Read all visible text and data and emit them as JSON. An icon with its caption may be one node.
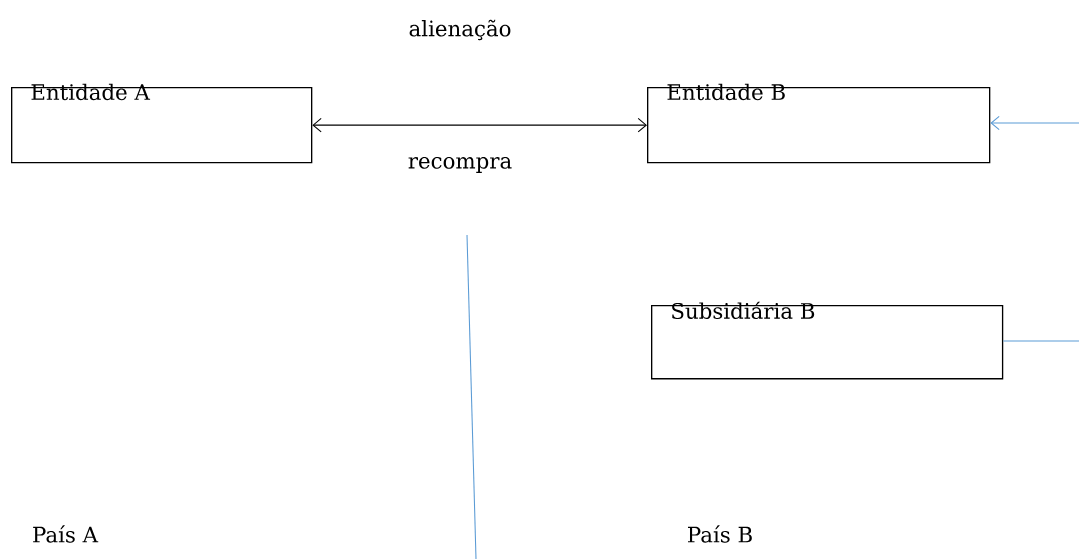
{
  "diagram": {
    "nodes": [
      {
        "text": [
          "Entidade A"
        ]
      },
      {
        "text": [
          "Entidade B"
        ]
      },
      {
        "text": [
          "Subsidiária B"
        ]
      }
    ],
    "edges": [
      {
        "from": 0,
        "to": 1,
        "arrow": "both",
        "label": "alienação",
        "color": "#000000"
      },
      {
        "from": null,
        "to": 1,
        "arrow": "to",
        "color": "#5b9bd5"
      },
      {
        "from": 2,
        "to": null,
        "arrow": "none",
        "color": "#5b9bd5"
      }
    ],
    "labels": [
      "recompra",
      "País A",
      "País B"
    ]
  }
}
